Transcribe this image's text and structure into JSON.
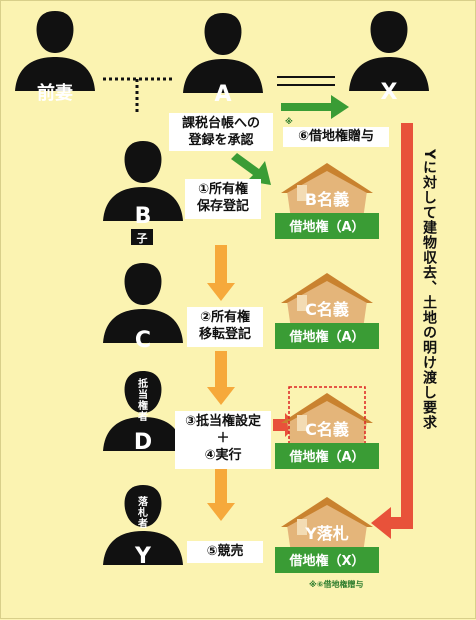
{
  "people": {
    "ex_wife": "前妻",
    "a": "A",
    "x": "X",
    "b": "B",
    "b_tag": "子",
    "c": "C",
    "d": "D",
    "d_tag": "抵当権者",
    "y": "Y",
    "y_tag": "落札者"
  },
  "steps": {
    "approve": [
      "課税台帳への",
      "登録を承認"
    ],
    "gift_mark": "※",
    "gift": "⑥借地権贈与",
    "s1": [
      "①所有権",
      "保存登記"
    ],
    "s2": [
      "②所有権",
      "移転登記"
    ],
    "s3a": "③抵当権設定",
    "s3plus": "＋",
    "s3b": "④実行",
    "s5": "⑤競売"
  },
  "houses": [
    {
      "owner": "B名義",
      "lease": "借地権（A）"
    },
    {
      "owner": "C名義",
      "lease": "借地権（A）"
    },
    {
      "owner": "C名義",
      "lease": "借地権（A）"
    },
    {
      "owner": "Y落札",
      "lease": "借地権（X）"
    }
  ],
  "vertical_note": "Yに対して建物収去、土地の明け渡し要求",
  "footnote": "※⑥借地権贈与",
  "colors": {
    "background": "#fbf3b1",
    "green": "#3a9c35",
    "orange": "#f6a93b",
    "red": "#e8523a",
    "house": "#d9a05a"
  }
}
